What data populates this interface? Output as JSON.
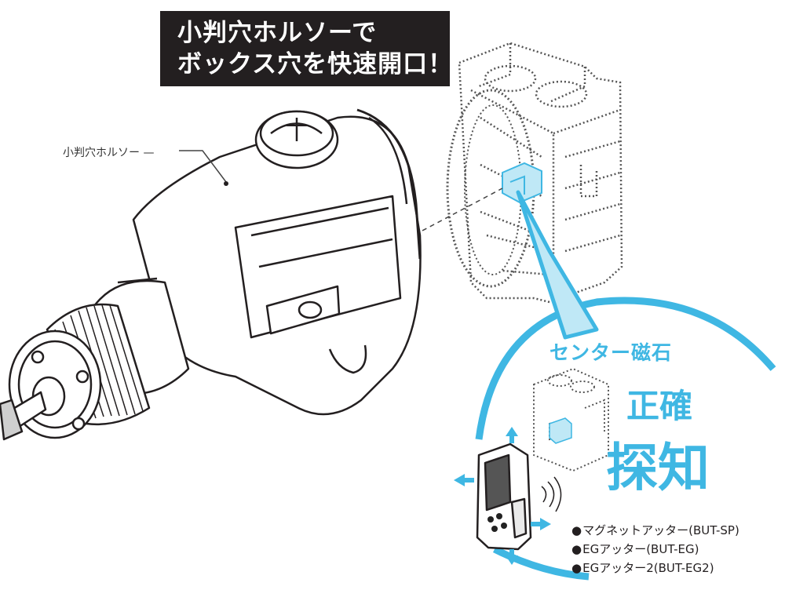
{
  "headline": {
    "line1": "小判穴ホルソーで",
    "line2": "ボックス穴を快速開口！"
  },
  "callout_label": "小判穴ホルソー —",
  "magnet_label": "センター磁石",
  "accuracy_label": "正確",
  "detection_label": "探知",
  "products": [
    {
      "text": "マグネットアッター(BUT-SP)"
    },
    {
      "text": "EGアッター(BUT-EG)"
    },
    {
      "text": "EGアッター2(BUT-EG2)"
    }
  ],
  "colors": {
    "accent": "#3fb7e3",
    "ink": "#231f20",
    "panel": "#231f20"
  }
}
